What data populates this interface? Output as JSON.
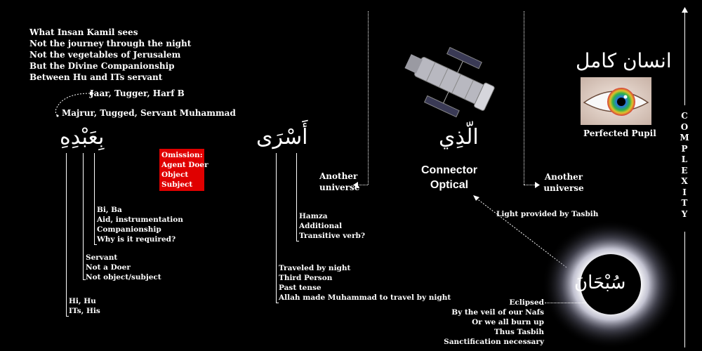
{
  "intro": {
    "lines": [
      "What Insan Kamil sees",
      "Not the journey through the night",
      "Not the vegetables of Jerusalem",
      "But the Divine Companionship",
      "Between Hu and ITs servant"
    ]
  },
  "grammar": {
    "jaar": "Jaar, Tugger, Harf B",
    "majrur": "Majrur, Tugged, Servant Muhammad",
    "word_abdihi": "بِعَبْدِهِ",
    "omission": [
      "Omission:",
      "Agent Doer",
      "Object",
      "Subject"
    ],
    "bi_notes": [
      "Bi, Ba",
      "Aid, instrumentation",
      "Companionship",
      "Why is it required?"
    ],
    "servant_notes": [
      "Servant",
      "Not a Doer",
      "Not object/subject"
    ],
    "hu_notes": [
      "Hi, Hu",
      "ITs, His"
    ]
  },
  "asra": {
    "word": "أَسْرَى",
    "hamza_notes": [
      "Hamza",
      "Additional",
      "Transitive verb?"
    ],
    "travel_notes": [
      "Traveled by night",
      "Third Person",
      "Past tense",
      "Allah made Muhammad to travel by night"
    ]
  },
  "alladhi": {
    "word": "الّذِي",
    "connector_lines": [
      "Connector",
      "Optical"
    ],
    "another_universe_left": [
      "Another",
      "universe"
    ],
    "another_universe_right": [
      "Another",
      "universe"
    ],
    "light_note": "Light provided by Tasbih"
  },
  "insan_kamil": {
    "arabic_title": "انسان كامل",
    "caption": "Perfected Pupil"
  },
  "complexity": {
    "letters": [
      "C",
      "O",
      "M",
      "P",
      "L",
      "E",
      "X",
      "I",
      "T",
      "Y"
    ]
  },
  "subhana": {
    "word": "سُبْحَانَ",
    "notes": [
      "Eclipsed",
      "By the veil of our Nafs",
      "Or we all burn up",
      "Thus Tasbih",
      "Sanctification necessary"
    ]
  }
}
